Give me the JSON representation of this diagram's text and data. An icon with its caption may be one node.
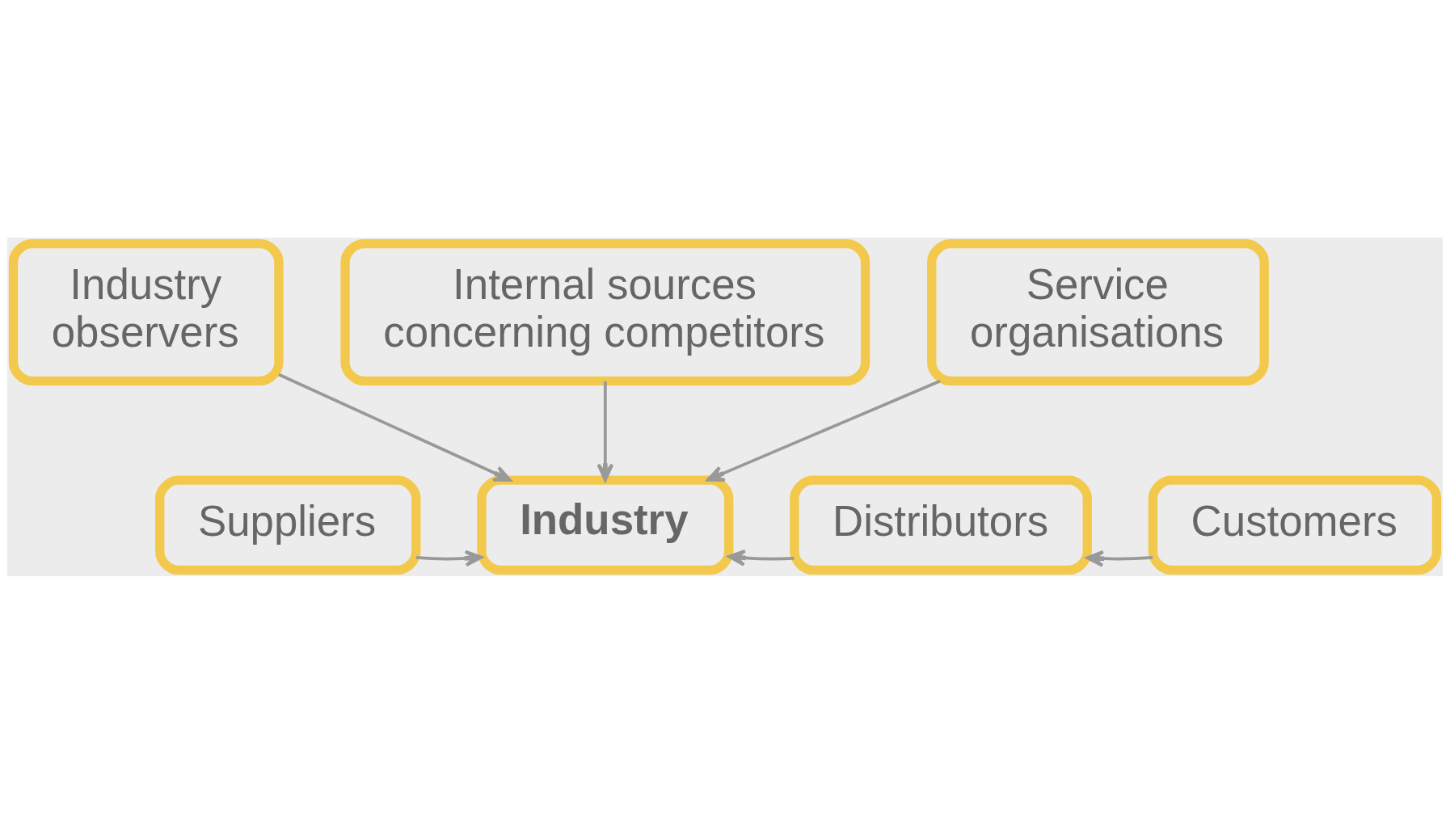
{
  "diagram": {
    "nodes": [
      {
        "text": [
          "Industry observers"
        ]
      },
      {
        "text": [
          "Suppliers"
        ]
      },
      {
        "text": [
          "Industry"
        ]
      },
      {
        "text": [
          "Distributors"
        ]
      },
      {
        "text": [
          "Customers"
        ]
      },
      {
        "text": [
          "Internal sources concerning competitors"
        ]
      },
      {
        "text": [
          "Service organisations"
        ]
      }
    ],
    "edges": [
      {
        "from": 0,
        "to": 2,
        "arrow": "to"
      },
      {
        "from": 1,
        "to": 2,
        "arrow": "to"
      },
      {
        "from": 3,
        "to": 2,
        "arrow": "to"
      },
      {
        "from": 4,
        "to": 3,
        "arrow": "to"
      },
      {
        "from": 5,
        "to": 2,
        "arrow": "to"
      },
      {
        "from": 6,
        "to": 2,
        "arrow": "to"
      }
    ]
  }
}
